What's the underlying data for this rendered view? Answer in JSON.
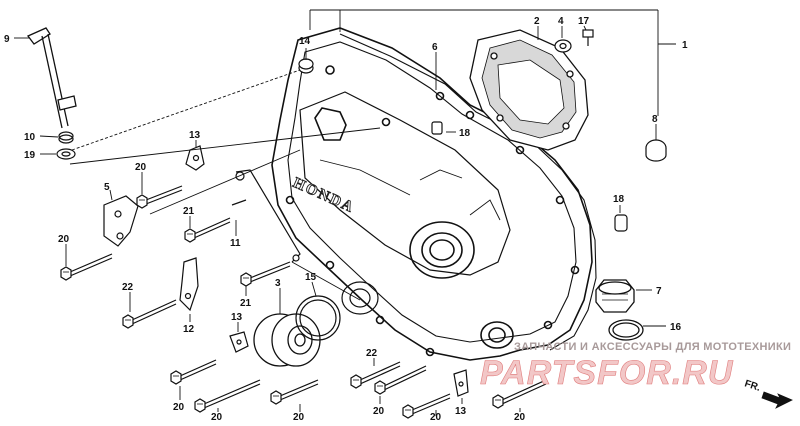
{
  "part_numbers": [
    {
      "id": "1",
      "text": "1"
    },
    {
      "id": "2",
      "text": "2"
    },
    {
      "id": "3",
      "text": "3"
    },
    {
      "id": "4",
      "text": "4"
    },
    {
      "id": "5",
      "text": "5"
    },
    {
      "id": "6",
      "text": "6"
    },
    {
      "id": "7",
      "text": "7"
    },
    {
      "id": "8",
      "text": "8"
    },
    {
      "id": "9",
      "text": "9"
    },
    {
      "id": "10",
      "text": "10"
    },
    {
      "id": "11",
      "text": "11"
    },
    {
      "id": "12",
      "text": "12"
    },
    {
      "id": "13",
      "text": "13"
    },
    {
      "id": "14",
      "text": "14"
    },
    {
      "id": "15",
      "text": "15"
    },
    {
      "id": "16",
      "text": "16"
    },
    {
      "id": "17",
      "text": "17"
    },
    {
      "id": "18",
      "text": "18"
    },
    {
      "id": "19",
      "text": "19"
    },
    {
      "id": "20",
      "text": "20"
    },
    {
      "id": "21",
      "text": "21"
    },
    {
      "id": "22",
      "text": "22"
    }
  ],
  "emblem": "HONDA",
  "direction_label": "FR.",
  "watermark": {
    "caption": "ЗАПЧАСТИ И АКСЕССУАРЫ ДЛЯ МОТОТЕХНИКИ",
    "brand": "PARTSFOR.RU"
  },
  "colors": {
    "ink": "#111111",
    "watermark_fill": "#f2c7c7",
    "watermark_stroke": "#e07c7c"
  }
}
